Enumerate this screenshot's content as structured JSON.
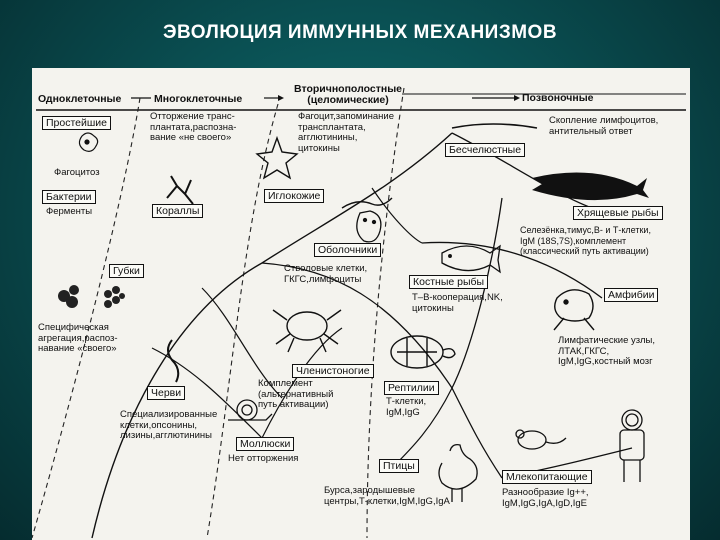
{
  "title": "ЭВОЛЮЦИЯ ИММУННЫХ МЕХАНИЗМОВ",
  "header": {
    "unicellular": "Одноклеточные",
    "multicellular": "Многоклеточные",
    "secondary_cavity": "Вторичнополостные\n(целомические)",
    "vertebrates": "Позвоночные"
  },
  "groups": {
    "protozoa": "Простейшие",
    "bacteria": "Бактерии",
    "corals": "Кораллы",
    "echinoderms": "Иглокожие",
    "agnatha": "Бесчелюстные",
    "cartilaginous_fish": "Хрящевые рыбы",
    "tunicates": "Оболочники",
    "bony_fish": "Костные рыбы",
    "amphibians": "Амфибии",
    "sponges": "Губки",
    "arthropods": "Членистоногие",
    "reptiles": "Рептилии",
    "worms": "Черви",
    "mollusks": "Моллюски",
    "birds": "Птицы",
    "mammals": "Млекопитающие"
  },
  "notes": {
    "phagocytosis": "Фагоцитоз",
    "enzymes": "Ферменты",
    "rejection": "Отторжение транс-\nплантата,распозна-\nвание «не своего»",
    "phagocyte_memory": "Фагоцит,запоминание\nтрансплантата,\nагглютинины,\nцитокины",
    "lymphocyte_cluster": "Скопление лимфоцитов,\nантительный ответ",
    "spleen_thymus": "Селезёнка,тимус,В- и Т-клетки,\nIgM (18S,7S),комплемент\n(классический путь активации)",
    "stem_cells": "Стволовые клетки,\nГКГС,лимфоциты",
    "tb_cooperation": "Т–В-кооперация,NK,\nцитокины",
    "lymph_nodes": "Лимфатические узлы,\nЛТАК,ГКГС,\nIgM,IgG,костный мозг",
    "specific_aggregation": "Специфическая\nагрегация,распоз-\nнавание «своего»",
    "complement_alt": "Комплемент\n(альтернативный\nпуть активации)",
    "reptile_cells": "Т-клетки,\nIgM,IgG",
    "specialized_cells": "Специализированные\nклетки,опсонины,\nлизины,агглютинины",
    "no_rejection": "Нет отторжения",
    "bursa": "Бурса,зародышевые\nцентры,Т-клетки,IgM,IgG,IgA",
    "ig_diversity": "Разнообразие Ig++,\nIgM,IgG,IgA,IgD,IgE"
  }
}
